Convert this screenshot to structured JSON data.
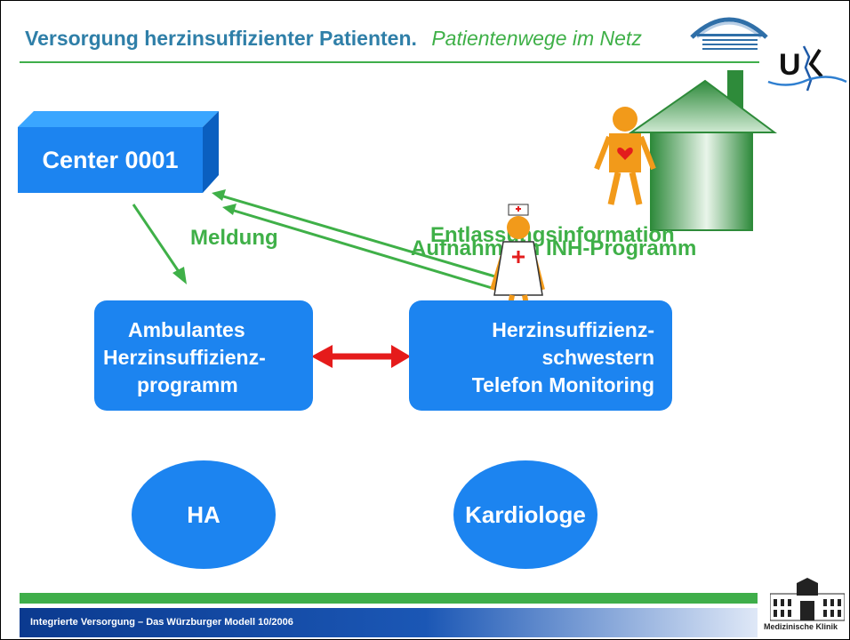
{
  "header": {
    "title": "Versorgung herzinsuffizienter Patienten.",
    "subtitle": "Patientenwege im Netz"
  },
  "logos": {
    "network_logo_icon": "network-logo-icon",
    "ukw_logo_text": "U",
    "building_logo_icon": "building-logo-icon",
    "building_caption": "Medizinische Klinik"
  },
  "diagram": {
    "center_label": "Center 0001",
    "meldung_label": "Meldung",
    "entlassung_label": "Entlassungsinformation",
    "aufnahme_label": "Aufnahme in INH-Programm",
    "ambulant_box": [
      "Ambulantes",
      "Herzinsuffizienz-",
      "programm"
    ],
    "nurse_box": [
      "Herzinsuffizienz-",
      "schwestern",
      "Telefon Monitoring"
    ],
    "ha_label": "HA",
    "kardiologe_label": "Kardiologe"
  },
  "footer": {
    "text": "Integrierte Versorgung – Das Würzburger Modell  10/2006"
  },
  "colors": {
    "box_blue": "#1c84f0",
    "arrow_green": "#3fb048",
    "arrow_red": "#e51b1b",
    "figure_orange": "#f29a1a"
  }
}
